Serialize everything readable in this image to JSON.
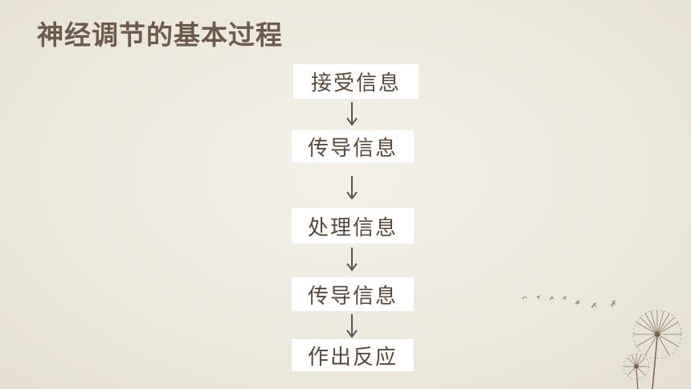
{
  "slide": {
    "title": "神经调节的基本过程"
  },
  "flow": {
    "steps": [
      "接受信息",
      "传导信息",
      "处理信息",
      "传导信息",
      "作出反应"
    ]
  },
  "colors": {
    "title": "#6e5a4a",
    "box_text": "#5b4838",
    "box_fill": "#ffffff",
    "arrow": "#555555"
  }
}
